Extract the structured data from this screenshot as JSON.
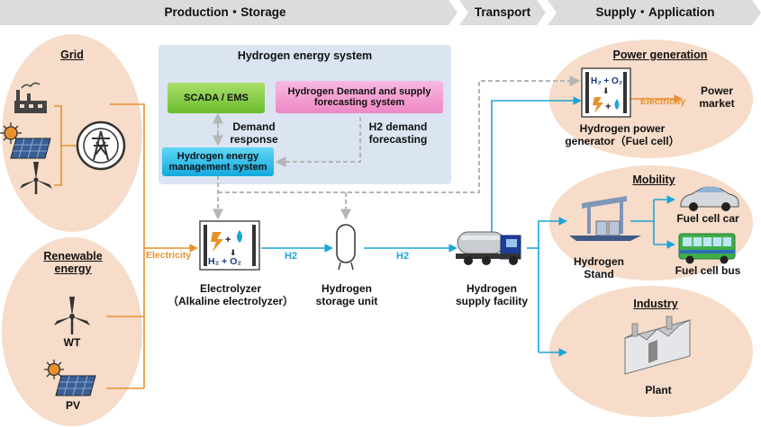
{
  "banners": {
    "production": "Production・Storage",
    "transport": "Transport",
    "supply": "Supply・Application"
  },
  "grid": {
    "title": "Grid"
  },
  "renewable": {
    "title": "Renewable\nenergy",
    "wt": "WT",
    "pv": "PV"
  },
  "hes": {
    "title": "Hydrogen energy system",
    "scada": "SCADA / EMS",
    "forecast": "Hydrogen Demand and supply forecasting system",
    "hems": "Hydrogen energy management system",
    "demand_response": "Demand\nresponse",
    "h2_demand": "H2 demand\nforecasting"
  },
  "flow": {
    "electricity": "Electricity",
    "h2_a": "H2",
    "h2_b": "H2",
    "electrolyzer": "Electrolyzer\n（Alkaline electrolyzer）",
    "storage": "Hydrogen\nstorage unit",
    "supply_facility": "Hydrogen\nsupply facility"
  },
  "electrolyzer_icon": {
    "products": "H₂ + O₂"
  },
  "power": {
    "title": "Power generation",
    "icon_top": "H₂ + O₂",
    "electricity": "Electricity",
    "market": "Power\nmarket",
    "generator": "Hydrogen power\ngenerator（Fuel cell）"
  },
  "mobility": {
    "title": "Mobility",
    "stand": "Hydrogen\nStand",
    "car": "Fuel cell car",
    "bus": "Fuel cell bus"
  },
  "industry": {
    "title": "Industry",
    "plant": "Plant"
  },
  "colors": {
    "ellipse": "#f6dcc9",
    "system_box": "#dae5f1",
    "scada": "#8ed14a",
    "forecast": "#f39bd0",
    "hems": "#2ec4f0",
    "orange_line": "#e8902c",
    "blue_line": "#1aa5d6",
    "dashed": "#b5b5b5"
  }
}
